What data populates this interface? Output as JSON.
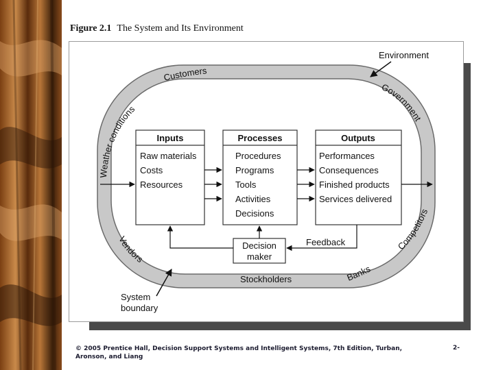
{
  "figure": {
    "number": "Figure 2.1",
    "title": "The System and Its Environment"
  },
  "boxes": {
    "inputs": {
      "header": "Inputs",
      "items": [
        "Raw materials",
        "Costs",
        "Resources"
      ]
    },
    "processes": {
      "header": "Processes",
      "items": [
        "Procedures",
        "Programs",
        "Tools",
        "Activities",
        "Decisions"
      ]
    },
    "outputs": {
      "header": "Outputs",
      "items": [
        "Performances",
        "Consequences",
        "Finished products",
        "Services delivered"
      ]
    },
    "decision_maker": {
      "line1": "Decision",
      "line2": "maker"
    }
  },
  "ring_labels": {
    "customers": "Customers",
    "weather": "Weather conditions",
    "government": "Government",
    "competitors": "Competitors",
    "vendors": "Vendors",
    "stockholders": "Stockholders",
    "banks": "Banks"
  },
  "annotations": {
    "environment": "Environment",
    "feedback": "Feedback",
    "system_boundary_line1": "System",
    "system_boundary_line2": "boundary"
  },
  "footer": {
    "credit": "© 2005 Prentice Hall, Decision Support Systems and Intelligent Systems, 7th Edition, Turban, Aronson, and Liang",
    "slide_number": "2-"
  },
  "colors": {
    "ring": "#c8c8c8",
    "ring_outline": "#6a6a6a",
    "shadow": "#4a4a4a",
    "wood_dark": "#3a1f0a",
    "wood_light": "#c98a4a"
  }
}
